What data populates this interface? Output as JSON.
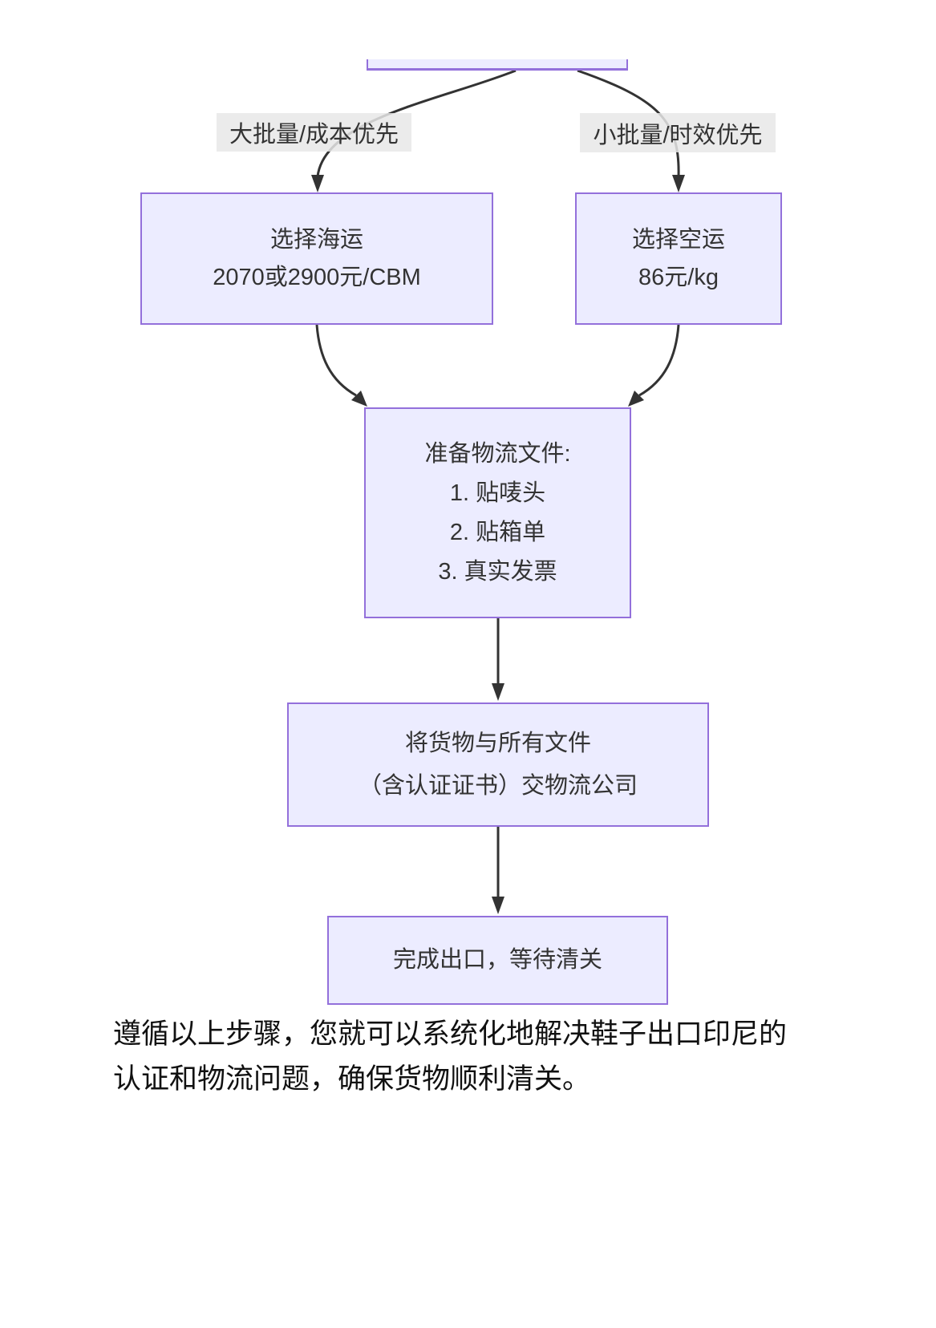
{
  "diagram": {
    "colors": {
      "node_fill": "#ECECFF",
      "node_border": "#9370DB",
      "edge_line": "#333333",
      "edge_label_bg": "#e8e8e8",
      "text": "#333333"
    },
    "edge_labels": {
      "left": "大批量/成本优先",
      "right": "小批量/时效优先"
    },
    "nodes": {
      "sea": {
        "lines": [
          "选择海运",
          "2070或2900元/CBM"
        ]
      },
      "air": {
        "lines": [
          "选择空运",
          "86元/kg"
        ]
      },
      "docs": {
        "lines": [
          "准备物流文件:",
          "1. 贴唛头",
          "2. 贴箱单",
          "3. 真实发票"
        ]
      },
      "handover": {
        "lines": [
          "将货物与所有文件",
          "（含认证证书）交物流公司"
        ]
      },
      "done": {
        "lines": [
          "完成出口，等待清关"
        ]
      }
    }
  },
  "paragraph": {
    "lines": [
      "遵循以上步骤，您就可以系统化地解决鞋子出口印尼的",
      "认证和物流问题，确保货物顺利清关。"
    ]
  }
}
